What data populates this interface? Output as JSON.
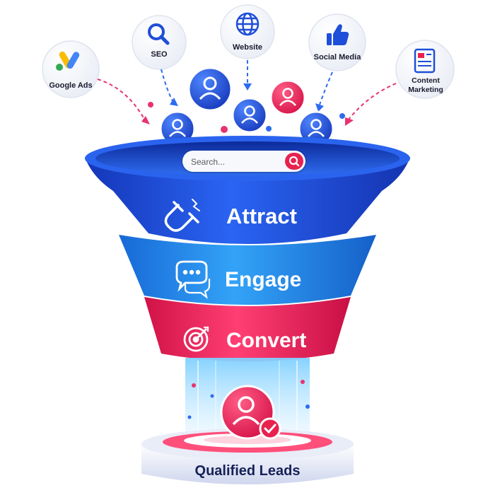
{
  "sources": [
    {
      "label": "Google Ads",
      "icon": "google-ads-icon"
    },
    {
      "label": "SEO",
      "icon": "search-icon"
    },
    {
      "label": "Website",
      "icon": "globe-icon"
    },
    {
      "label": "Social Media",
      "icon": "thumbs-up-icon"
    },
    {
      "label_line1": "Content",
      "label_line2": "Marketing",
      "icon": "document-icon"
    }
  ],
  "search": {
    "placeholder": "Search..."
  },
  "stages": [
    {
      "label": "Attract",
      "icon": "magnet-icon",
      "color": "#1e4fe0"
    },
    {
      "label": "Engage",
      "icon": "chat-bubbles-icon",
      "color": "#1e8ef0"
    },
    {
      "label": "Convert",
      "icon": "target-icon",
      "color": "#f0245e"
    }
  ],
  "result": {
    "label": "Qualified Leads",
    "icon": "user-check-icon"
  },
  "colors": {
    "blue": "#1e4fe0",
    "light_blue": "#1e8ef0",
    "pink": "#f0245e"
  }
}
